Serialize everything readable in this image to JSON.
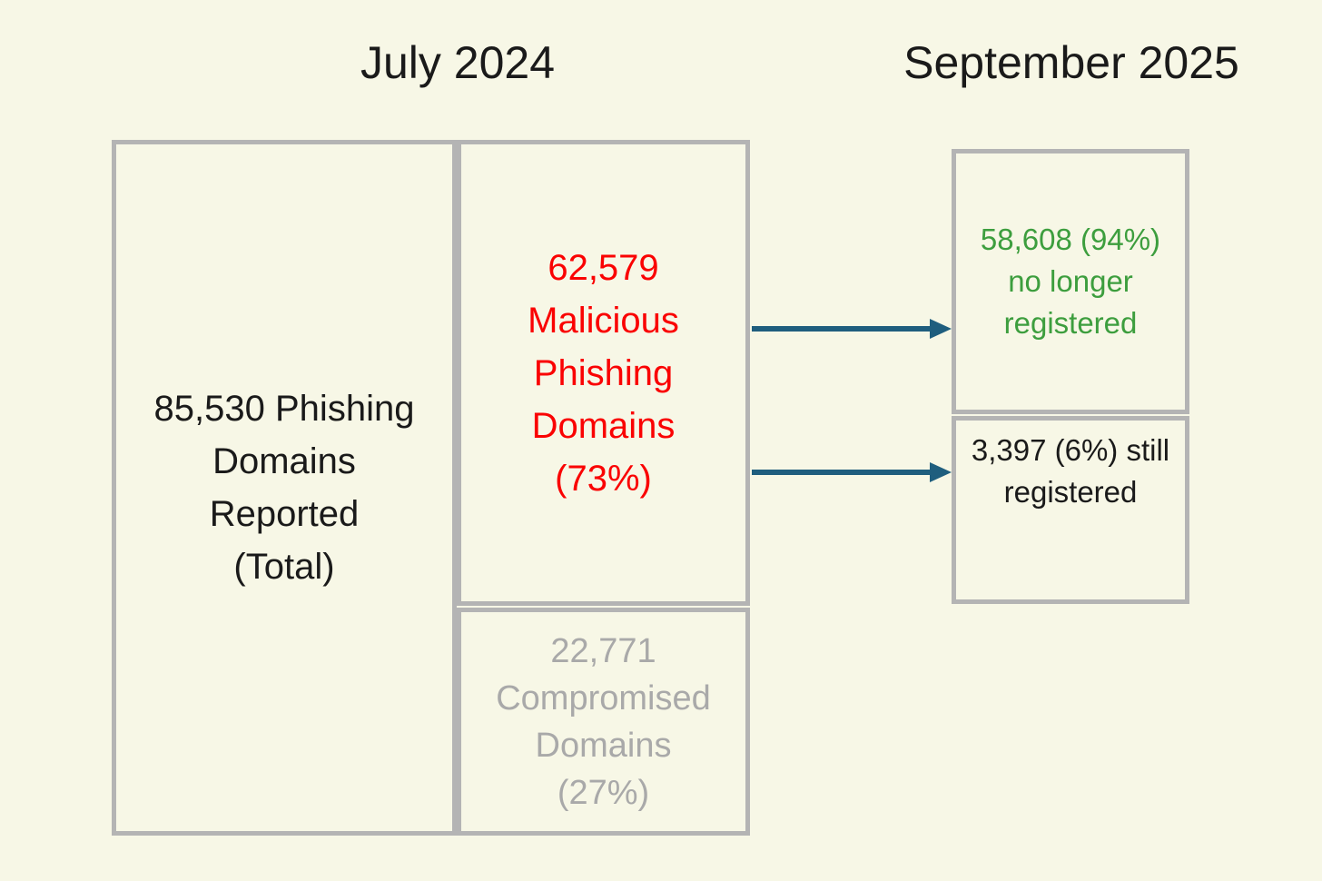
{
  "titles": {
    "left": "July 2024",
    "right": "September 2025"
  },
  "boxes": {
    "total": {
      "lines": [
        "85,530 Phishing",
        "Domains",
        "Reported",
        "(Total)"
      ]
    },
    "malicious": {
      "lines": [
        "62,579",
        "Malicious",
        "Phishing",
        "Domains",
        "(73%)"
      ]
    },
    "compromised": {
      "lines": [
        "22,771",
        "Compromised",
        "Domains",
        "(27%)"
      ]
    },
    "no_longer_registered": {
      "lines": [
        "58,608 (94%)",
        "no longer",
        "registered"
      ]
    },
    "still_registered": {
      "lines": [
        "3,397 (6%) still",
        "registered"
      ]
    }
  },
  "colors": {
    "background": "#f7f7e6",
    "box_border": "#b4b4b4",
    "text_dark": "#1a1a1a",
    "text_red": "#fa0202",
    "text_gray": "#a9a9a9",
    "text_green": "#3d9e3e",
    "arrow": "#1f5e7e"
  }
}
